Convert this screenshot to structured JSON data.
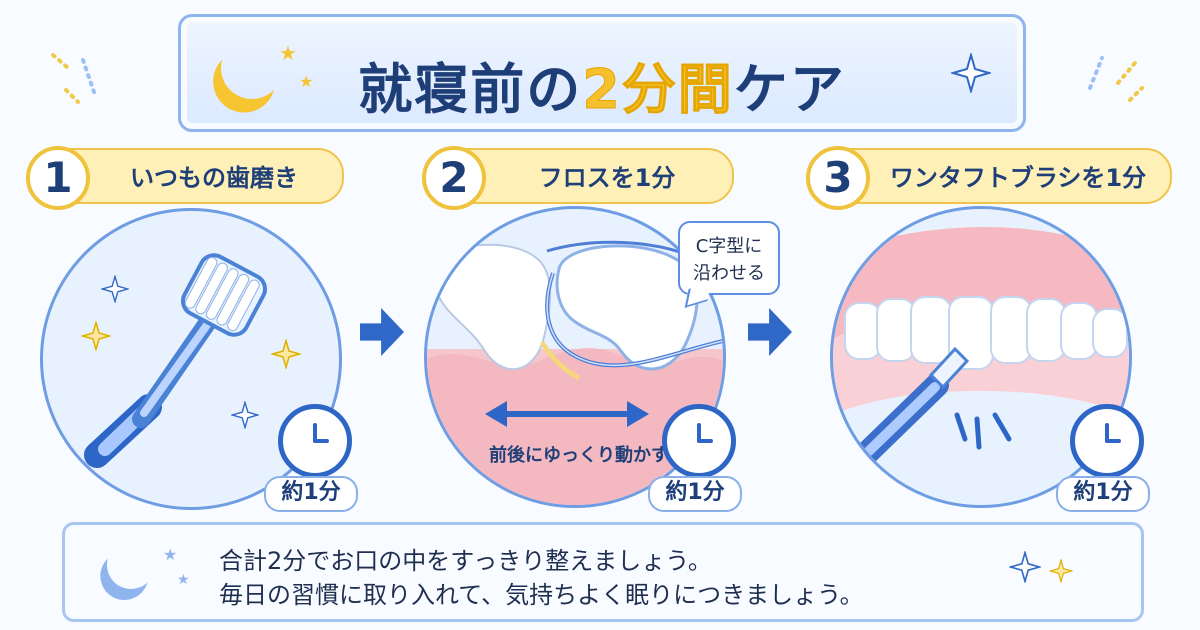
{
  "header": {
    "title_main": "就寝前の",
    "title_accent": "2分間",
    "title_end": "ケア"
  },
  "steps": [
    {
      "number": "1",
      "label": "いつもの歯磨き",
      "time": "約1分"
    },
    {
      "number": "2",
      "label": "フロスを1分",
      "time": "約1分",
      "callout_line_1": "C字型に",
      "callout_line_2": "沿わせる",
      "motion_label": "前後にゆっくり動かす"
    },
    {
      "number": "3",
      "label": "ワンタフトブラシを1分",
      "time": "約1分"
    }
  ],
  "footer": {
    "line_1": "合計2分でお口の中をすっきり整えましょう。",
    "line_2": "毎日の習慣に取り入れて、気持ちよく眠りにつきましょう。"
  },
  "icons": [
    "moon-icon",
    "star-icon",
    "sparkle-icon",
    "toothbrush-icon",
    "tooth-icon",
    "floss-icon",
    "single-tuft-brush-icon",
    "clock-icon",
    "arrow-right-icon"
  ],
  "colors": {
    "primary_blue": "#2f68c7",
    "accent_yellow": "#f6bf2d",
    "gum_pink": "#f4b8c0"
  }
}
